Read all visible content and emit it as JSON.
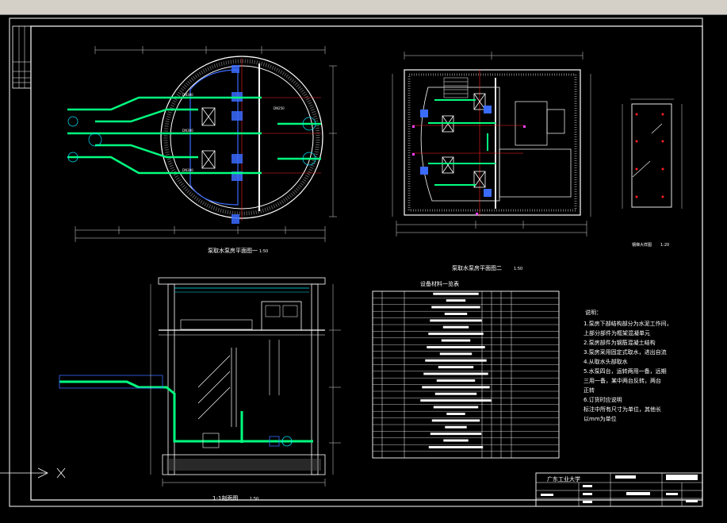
{
  "app": {
    "window_strip_color": "#d4d0c8",
    "canvas_color": "#000000"
  },
  "drawing": {
    "plan1_title": "泵取水泵房平面图一",
    "plan1_scale": "1:50",
    "plan2_title": "泵取水泵房平面图二",
    "plan2_scale": "1:50",
    "detail_title": "钢梯大样图",
    "detail_scale": "1:20",
    "section_title": "1-1剖面图",
    "section_scale": "1:50",
    "table_title": "设备材料一览表",
    "table_rows": 25,
    "notes_heading": "说明：",
    "notes": [
      "1.泵房下部结构部分为水泥工作间，",
      "  上部分部件为框架混凝单元",
      "2.泵房部件为钢筋混凝土结构",
      "3.泵房采用固定式取水，进出自流",
      "4.从取水头部取水",
      "5.水泵四台，运转两用一备，远期",
      "  三用一备，某中两台反转，两台",
      "  正转",
      "6.订货时应说明",
      "  标注中所有尺寸为单位，其他长",
      "  以mm为单位"
    ],
    "title_block_school": "广东工业大学",
    "colors": {
      "frame": "#ffffff",
      "pipe": "#00ff7f",
      "axis": "#ff2020",
      "dim": "#dcdcdc",
      "cyan": "#00e5ff",
      "blue": "#3a6bff",
      "magenta": "#ff40ff",
      "yellow": "#ffff40"
    }
  }
}
